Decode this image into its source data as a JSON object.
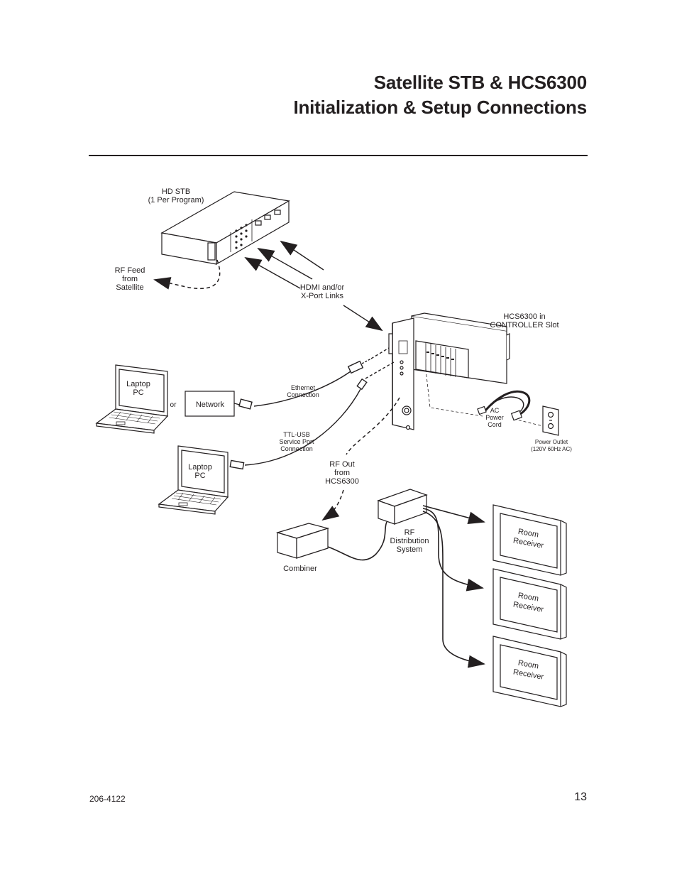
{
  "header": {
    "title_line1": "Satellite STB & HCS6300",
    "title_line2": "Initialization & Setup Connections"
  },
  "diagram": {
    "hd_stb": {
      "line1": "HD STB",
      "line2": "(1 Per  Program)"
    },
    "rf_feed": {
      "line1": "RF Feed",
      "line2": "from",
      "line3": "Satellite"
    },
    "hdmi_links": {
      "line1": "HDMI and/or",
      "line2": "X-Port Links"
    },
    "hcs6300": {
      "line1": "HCS6300 in",
      "line2": "CONTROLLER Slot"
    },
    "laptop1": {
      "line1": "Laptop",
      "line2": "PC"
    },
    "or_text": "or",
    "network": "Network",
    "ethernet": {
      "line1": "Ethernet",
      "line2": "Connection"
    },
    "ac_cord": {
      "line1": "AC",
      "line2": "Power",
      "line3": "Cord"
    },
    "power_outlet": {
      "line1": "Power Outlet",
      "line2": "(120V 60Hz AC)"
    },
    "ttl_usb": {
      "line1": "TTL-USB",
      "line2": "Service Port",
      "line3": "Connection"
    },
    "laptop2": {
      "line1": "Laptop",
      "line2": "PC"
    },
    "rf_out": {
      "line1": "RF Out",
      "line2": "from",
      "line3": "HCS6300"
    },
    "rf_dist": {
      "line1": "RF",
      "line2": "Distribution",
      "line3": "System"
    },
    "combiner": "Combiner",
    "room_receiver": {
      "line1": "Room",
      "line2": "Receiver"
    }
  },
  "footer": {
    "doc_number": "206-4122",
    "page_number": "13"
  }
}
